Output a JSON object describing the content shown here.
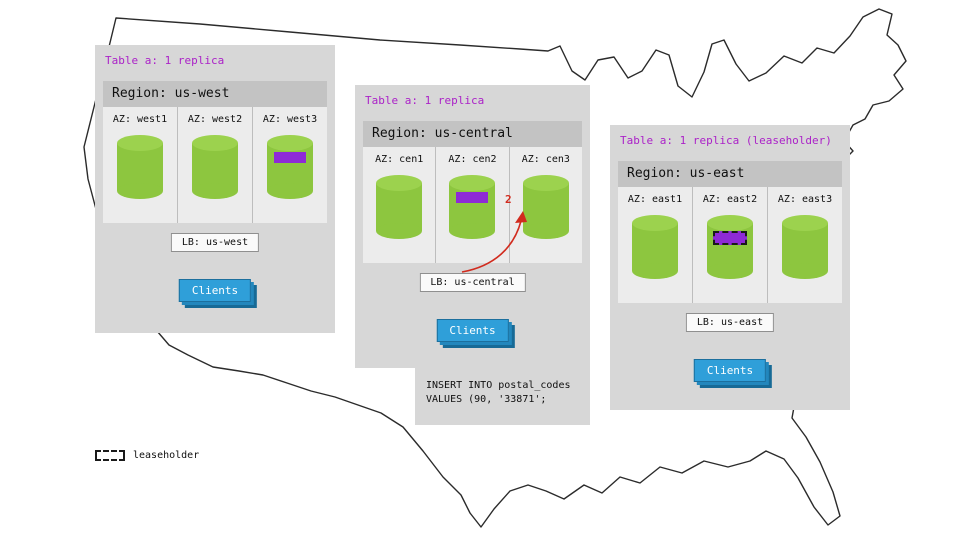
{
  "diagram": {
    "legend_label": "leaseholder",
    "colors": {
      "db_green": "#8dc63f",
      "replica_purple": "#8e2ad6",
      "clients_blue": "#2f9fd9",
      "arrow_red": "#d12b1e",
      "table_label_purple": "#ab22c8"
    }
  },
  "panels": [
    {
      "table_label": "Table a: 1 replica",
      "region_label": "Region: us-west",
      "azs": [
        {
          "label": "AZ: west1"
        },
        {
          "label": "AZ: west2"
        },
        {
          "label": "AZ: west3",
          "replica": true
        }
      ],
      "lb_label": "LB: us-west",
      "clients_label": "Clients"
    },
    {
      "table_label": "Table a: 1 replica",
      "region_label": "Region: us-central",
      "azs": [
        {
          "label": "AZ: cen1"
        },
        {
          "label": "AZ: cen2",
          "replica": true
        },
        {
          "label": "AZ: cen3"
        }
      ],
      "lb_label": "LB: us-central",
      "clients_label": "Clients",
      "arrow_label": "2",
      "sql_lines": [
        "INSERT INTO postal_codes",
        "VALUES (90, '33871';"
      ]
    },
    {
      "table_label": "Table a: 1 replica (leaseholder)",
      "region_label": "Region: us-east",
      "azs": [
        {
          "label": "AZ: east1"
        },
        {
          "label": "AZ: east2",
          "replica": true,
          "leaseholder": true
        },
        {
          "label": "AZ: east3"
        }
      ],
      "lb_label": "LB: us-east",
      "clients_label": "Clients"
    }
  ]
}
